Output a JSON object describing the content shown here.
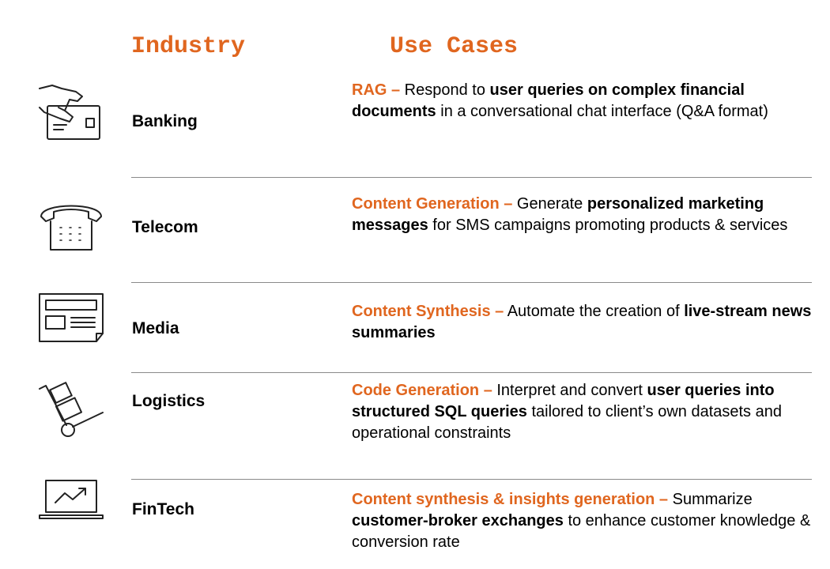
{
  "headers": {
    "industry": "Industry",
    "use_cases": "Use Cases"
  },
  "accent_color": "#e0661f",
  "rows": [
    {
      "industry": "Banking",
      "icon": "hand-card-icon",
      "label": "RAG –",
      "t1": " Respond to ",
      "b1": "user queries on complex financial documents",
      "t2": " in a conversational chat interface (Q&A format)",
      "b2": "",
      "t3": ""
    },
    {
      "industry": "Telecom",
      "icon": "telephone-icon",
      "label": "Content Generation –",
      "t1": " Generate ",
      "b1": "personalized marketing messages",
      "t2": " for SMS campaigns promoting products & services",
      "b2": "",
      "t3": ""
    },
    {
      "industry": "Media",
      "icon": "newspaper-icon",
      "label": "Content Synthesis –",
      "t1": " Automate the creation of ",
      "b1": "live-stream news summaries",
      "t2": "",
      "b2": "",
      "t3": ""
    },
    {
      "industry": "Logistics",
      "icon": "hand-truck-icon",
      "label": "Code Generation –",
      "t1": " Interpret and convert ",
      "b1": "user queries into structured SQL queries",
      "t2": " tailored to client’s own datasets and operational constraints",
      "b2": "",
      "t3": ""
    },
    {
      "industry": "FinTech",
      "icon": "laptop-chart-icon",
      "label": "Content synthesis & insights generation –",
      "t1": " Summarize ",
      "b1": "customer-broker exchanges",
      "t2": " to enhance customer knowledge & conversion rate",
      "b2": "",
      "t3": ""
    }
  ]
}
